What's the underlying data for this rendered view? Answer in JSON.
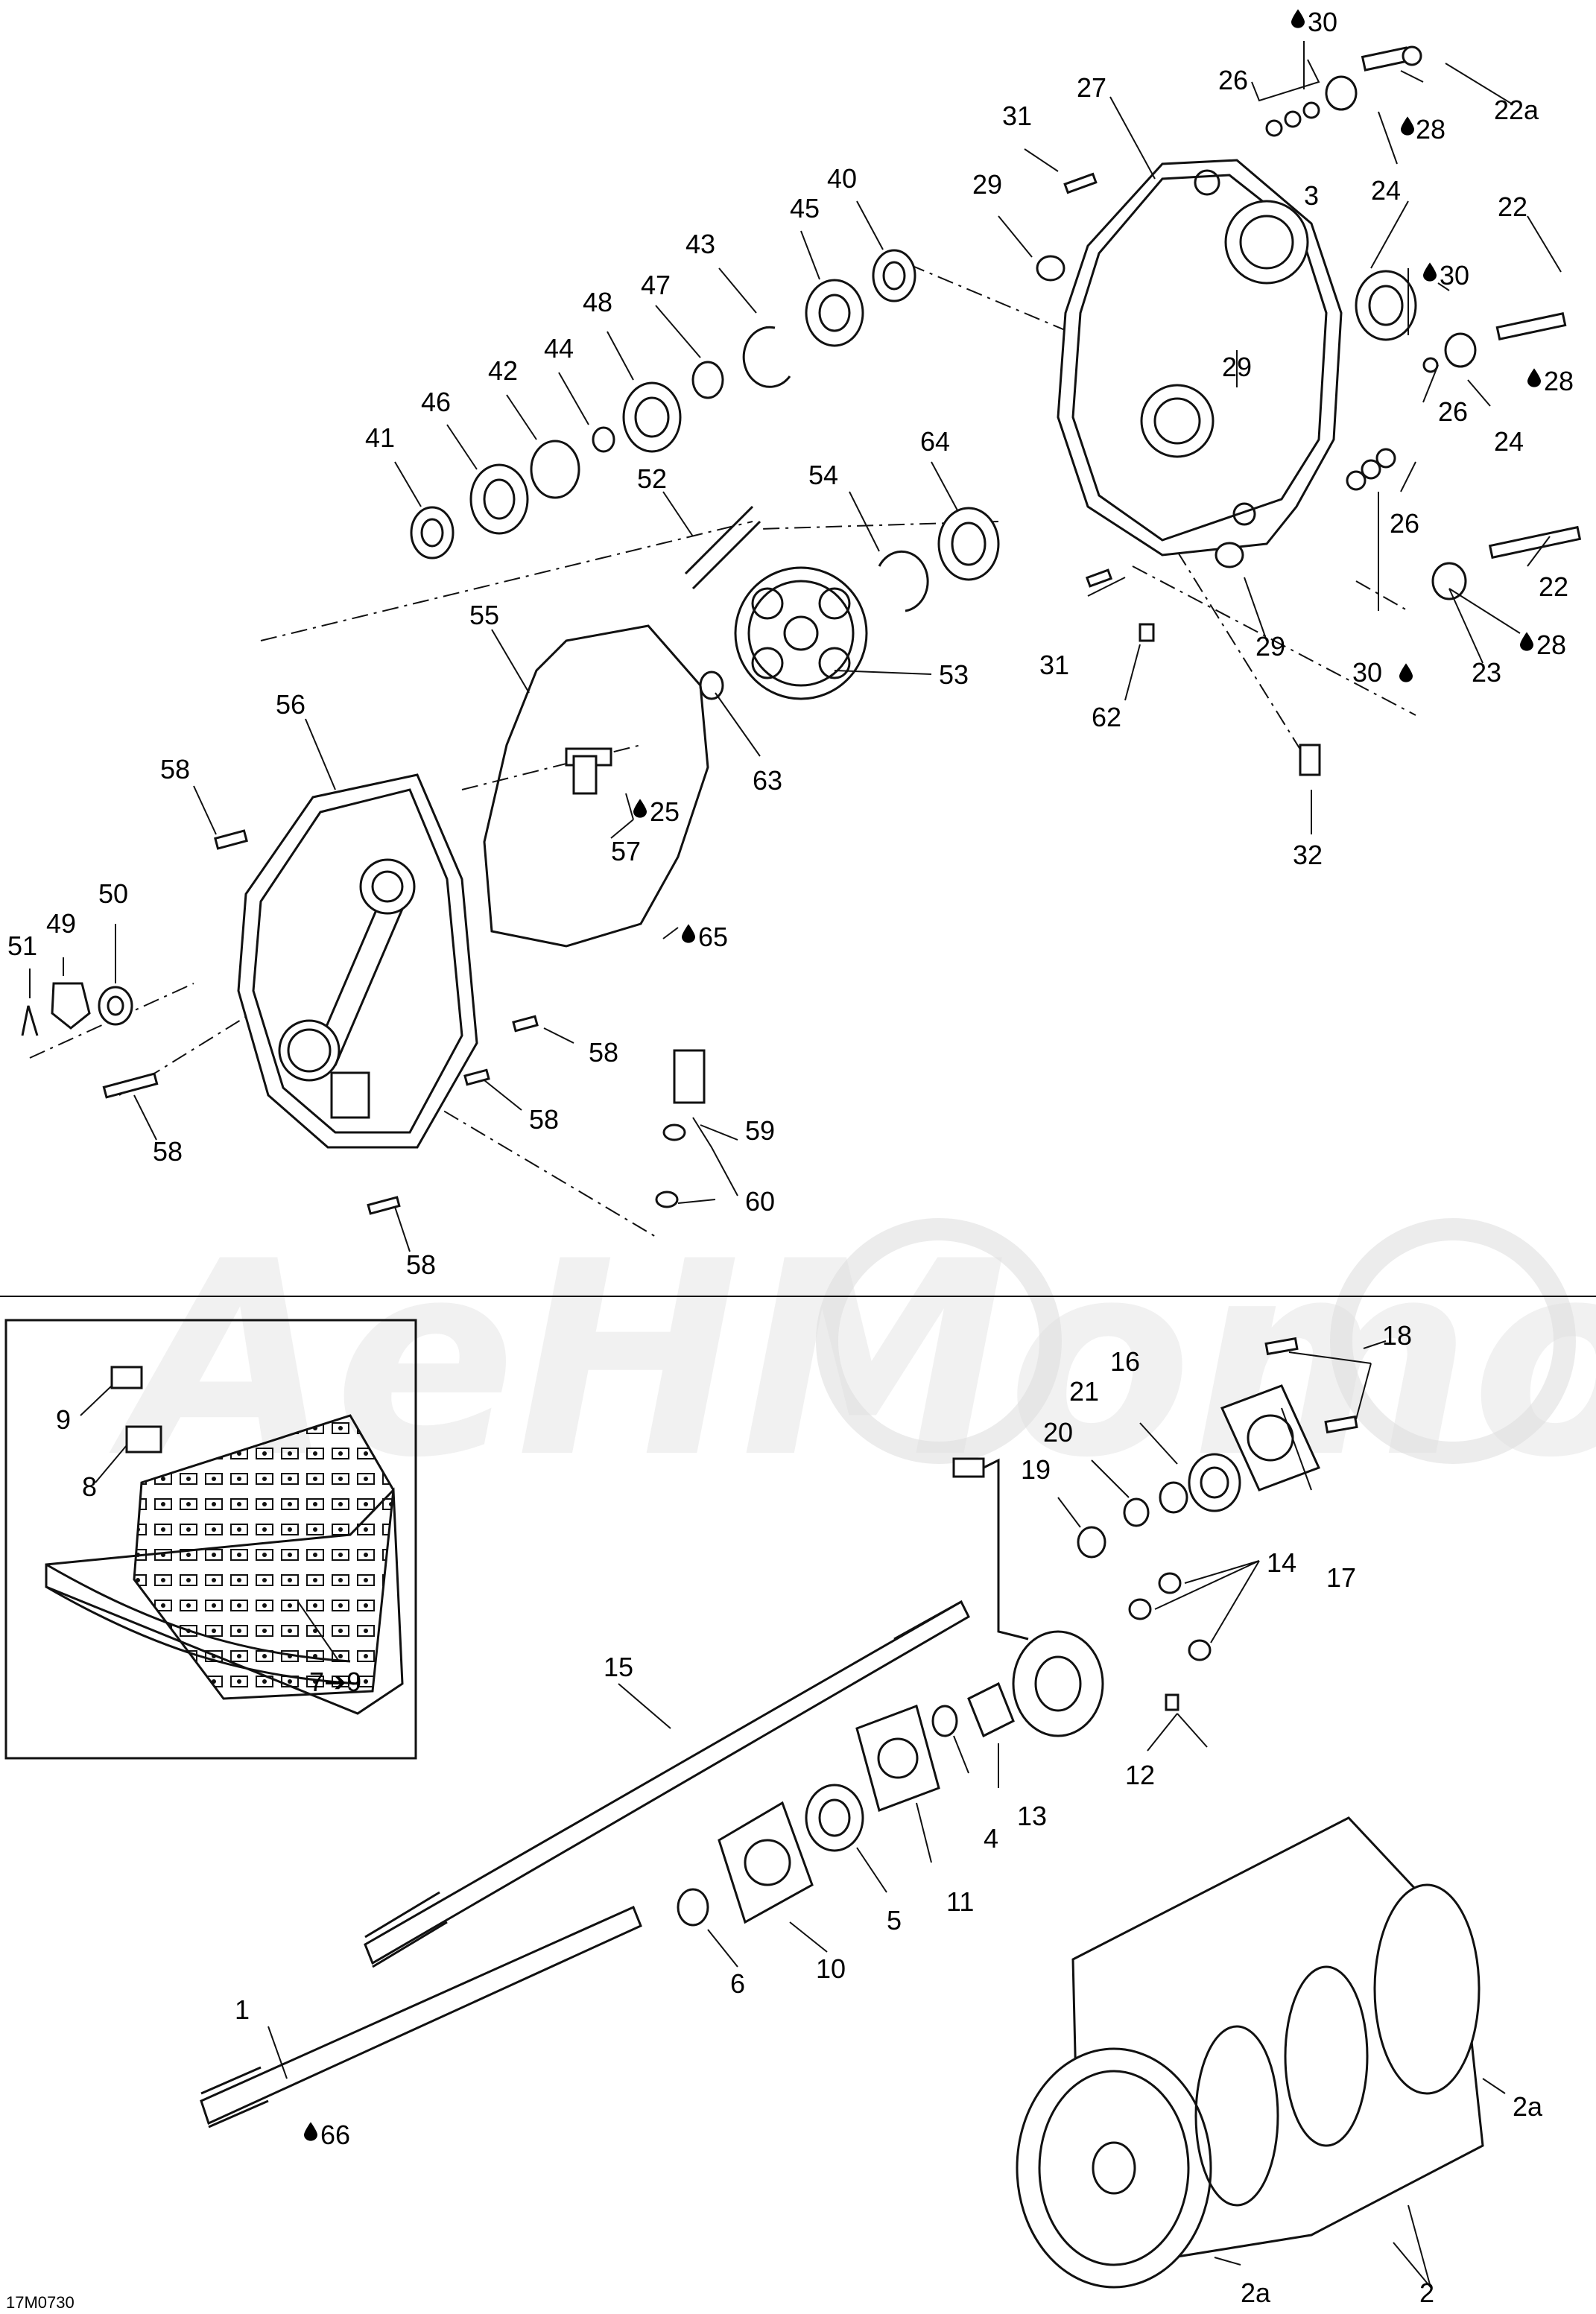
{
  "figure_code": "17M0730",
  "watermark": "AeHMomo",
  "labels": {
    "l1": "1",
    "l2": "2",
    "l2a_1": "2a",
    "l2a_2": "2a",
    "l3": "3",
    "l4_1": "4",
    "l5": "5",
    "l6": "6",
    "l7": "7➔9",
    "l8": "8",
    "l9": "9",
    "l10": "10",
    "l11": "11",
    "l12": "12",
    "l13": "13",
    "l14": "14",
    "l15": "15",
    "l16": "16",
    "l17": "17",
    "l18": "18",
    "l19": "19",
    "l20": "20",
    "l21": "21",
    "l22_1": "22",
    "l22_2": "22",
    "l22a": "22a",
    "l23": "23",
    "l24_1": "24",
    "l24_2": "24",
    "l25": "25",
    "l26_1": "26",
    "l26_2": "26",
    "l26_3": "26",
    "l27": "27",
    "l28_1": "28",
    "l28_2": "28",
    "l28_3": "28",
    "l29_1": "29",
    "l29_2": "29",
    "l29_3": "29",
    "l30_1": "30",
    "l30_2": "30",
    "l30_3": "30",
    "l31_1": "31",
    "l31_2": "31",
    "l32": "32",
    "l40": "40",
    "l41": "41",
    "l42": "42",
    "l43": "43",
    "l44": "44",
    "l45": "45",
    "l46": "46",
    "l47": "47",
    "l48": "48",
    "l49": "49",
    "l50": "50",
    "l51": "51",
    "l52": "52",
    "l53": "53",
    "l54": "54",
    "l55": "55",
    "l56": "56",
    "l57": "57",
    "l58_1": "58",
    "l58_2": "58",
    "l58_3": "58",
    "l58_4": "58",
    "l58_5": "58",
    "l59": "59",
    "l60": "60",
    "l62": "62",
    "l63": "63",
    "l64": "64",
    "l65": "65",
    "l66": "66"
  },
  "icons": {
    "drop": "lubricant-drop-icon"
  }
}
